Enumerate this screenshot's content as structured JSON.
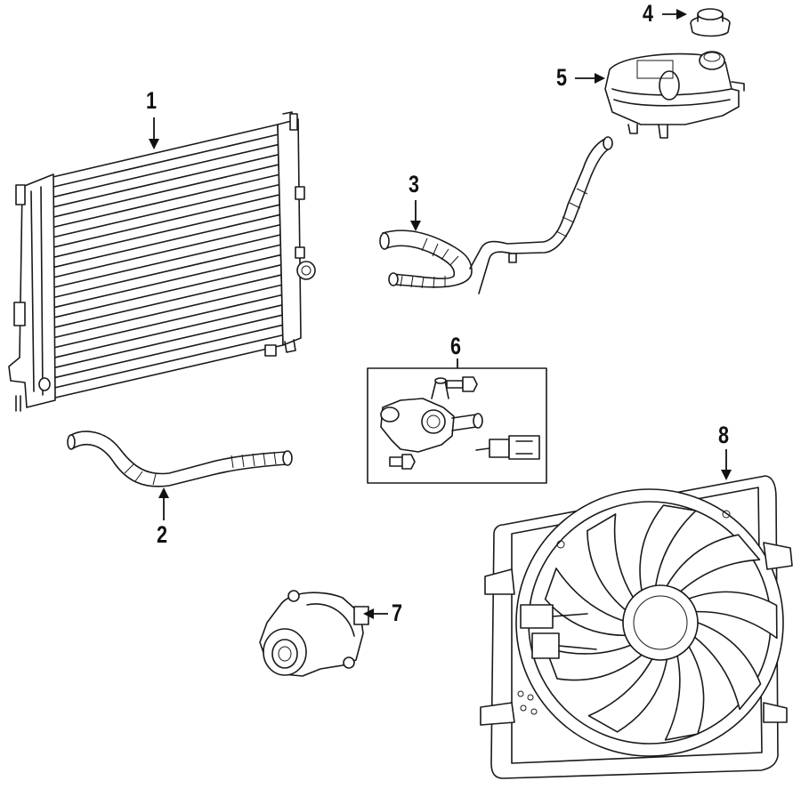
{
  "callouts": [
    {
      "num": "1",
      "part": "radiator"
    },
    {
      "num": "2",
      "part": "lower-hose"
    },
    {
      "num": "3",
      "part": "upper-hose"
    },
    {
      "num": "4",
      "part": "reservoir-cap"
    },
    {
      "num": "5",
      "part": "coolant-reservoir"
    },
    {
      "num": "6",
      "part": "thermostat-assembly"
    },
    {
      "num": "7",
      "part": "water-pump"
    },
    {
      "num": "8",
      "part": "fan-module"
    }
  ]
}
